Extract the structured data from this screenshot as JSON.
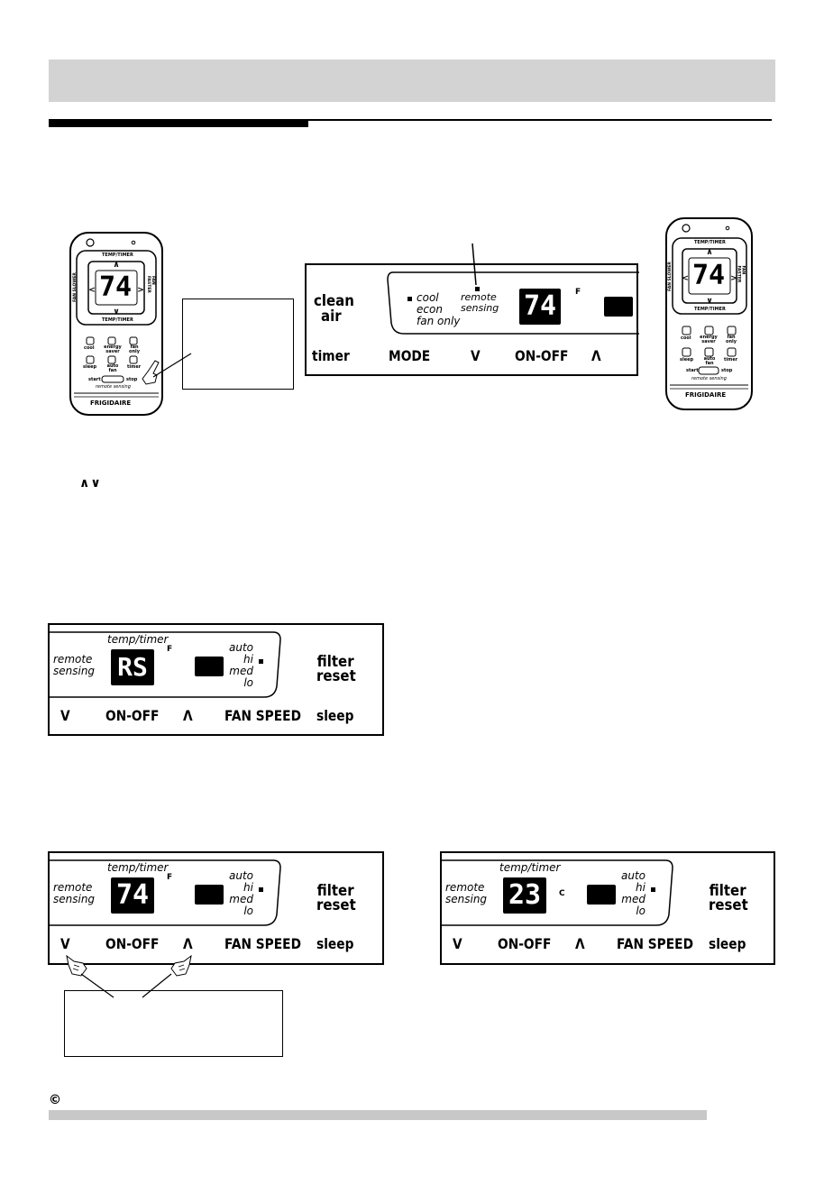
{
  "header": {
    "bar_color": "#d3d3d3"
  },
  "panel_top": {
    "clean_air": [
      "clean",
      "air"
    ],
    "modes": [
      "cool",
      "econ",
      "fan only"
    ],
    "remote_sensing": [
      "remote",
      "sensing"
    ],
    "temp": "74",
    "unit": "F",
    "buttons": [
      "timer",
      "MODE",
      "V",
      "ON-OFF",
      "Λ"
    ]
  },
  "remote_left": {
    "top_label": "TEMP/TIMER",
    "bottom_label": "TEMP/TIMER",
    "fan_slower": "FAN SLOWER",
    "fan_faster": "FAN FASTER",
    "temp": "74",
    "buttons": [
      "cool",
      "energy saver",
      "fan only",
      "sleep",
      "auto fan",
      "timer"
    ],
    "start": "start",
    "stop": "stop",
    "remote_sensing": "remote sensing",
    "brand": "FRIGIDAIRE"
  },
  "remote_right": {
    "top_label": "TEMP/TIMER",
    "bottom_label": "TEMP/TIMER",
    "fan_slower": "FAN SLOWER",
    "fan_faster": "FAN FASTER",
    "temp": "74",
    "buttons": [
      "cool",
      "energy saver",
      "fan only",
      "sleep",
      "auto fan",
      "timer"
    ],
    "start": "start",
    "stop": "stop",
    "remote_sensing": "remote sensing",
    "brand": "FRIGIDAIRE"
  },
  "arrows_symbol": "∧∨",
  "panel_mid": {
    "remote_sensing": [
      "remote",
      "sensing"
    ],
    "temp_timer": "temp/timer",
    "temp": "RS",
    "unit": "F",
    "speeds": [
      "auto",
      "hi",
      "med",
      "lo"
    ],
    "filter_reset": [
      "filter",
      "reset"
    ],
    "buttons": [
      "V",
      "ON-OFF",
      "Λ",
      "FAN SPEED",
      "sleep"
    ]
  },
  "panel_bl": {
    "remote_sensing": [
      "remote",
      "sensing"
    ],
    "temp_timer": "temp/timer",
    "temp": "74",
    "unit": "F",
    "speeds": [
      "auto",
      "hi",
      "med",
      "lo"
    ],
    "filter_reset": [
      "filter",
      "reset"
    ],
    "buttons": [
      "V",
      "ON-OFF",
      "Λ",
      "FAN SPEED",
      "sleep"
    ]
  },
  "panel_br": {
    "remote_sensing": [
      "remote",
      "sensing"
    ],
    "temp_timer": "temp/timer",
    "temp": "23",
    "unit": "C",
    "speeds": [
      "auto",
      "hi",
      "med",
      "lo"
    ],
    "filter_reset": [
      "filter",
      "reset"
    ],
    "buttons": [
      "V",
      "ON-OFF",
      "Λ",
      "FAN SPEED",
      "sleep"
    ]
  },
  "footer": {
    "copyright_symbol": "©",
    "bar_color": "#c8c8c8"
  }
}
